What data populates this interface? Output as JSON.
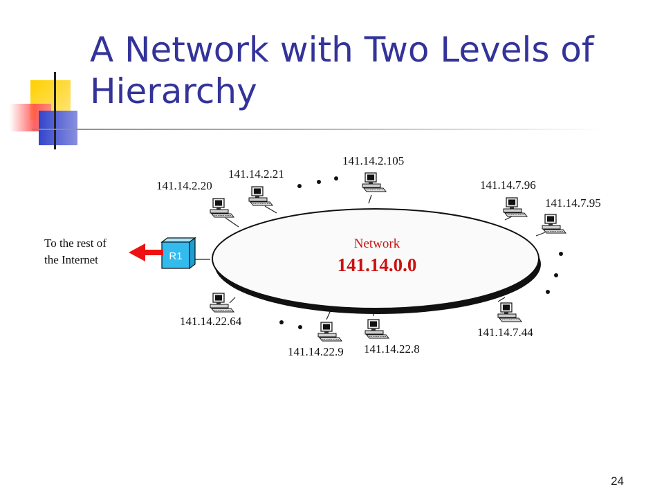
{
  "slide": {
    "title": "A Network with Two Levels of Hierarchy",
    "page_number": "24"
  },
  "diagram": {
    "network_label": "Network",
    "network_address": "141.14.0.0",
    "router_label": "R1",
    "internet_label_line1": "To the rest of",
    "internet_label_line2": "the Internet",
    "hosts": {
      "h1": "141.14.2.20",
      "h2": "141.14.2.21",
      "h3": "141.14.2.105",
      "h4": "141.14.7.96",
      "h5": "141.14.7.95",
      "h6": "141.14.7.44",
      "h7": "141.14.22.8",
      "h8": "141.14.22.9",
      "h9": "141.14.22.64"
    },
    "colors": {
      "title": "#333399",
      "network_text": "#cc1111",
      "router": "#33bbee",
      "arrow": "#ee1111"
    }
  }
}
